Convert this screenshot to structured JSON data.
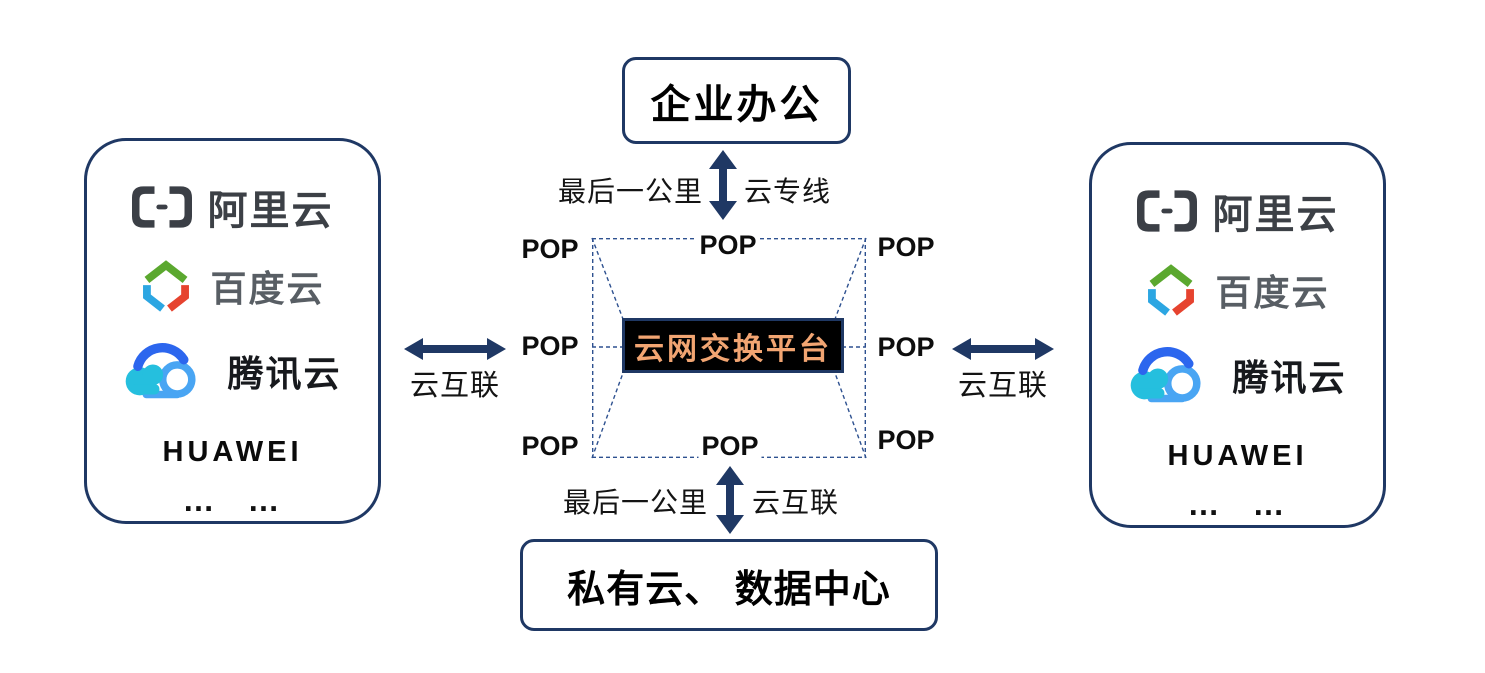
{
  "nodes": {
    "enterprise_office": {
      "label": "企业办公"
    },
    "exchange_platform": {
      "label": "云网交换平台"
    },
    "private_cloud_dc": {
      "label": "私有云、 数据中心"
    }
  },
  "links": {
    "top": {
      "left_label": "最后一公里",
      "right_label": "云专线"
    },
    "bottom": {
      "left_label": "最后一公里",
      "right_label": "云互联"
    },
    "left": {
      "label": "云互联"
    },
    "right": {
      "label": "云互联"
    }
  },
  "pops": [
    {
      "position": "top-left",
      "label": "POP"
    },
    {
      "position": "top-center",
      "label": "POP"
    },
    {
      "position": "top-right",
      "label": "POP"
    },
    {
      "position": "middle-left",
      "label": "POP"
    },
    {
      "position": "middle-right",
      "label": "POP"
    },
    {
      "position": "bottom-left",
      "label": "POP"
    },
    {
      "position": "bottom-center",
      "label": "POP"
    },
    {
      "position": "bottom-right",
      "label": "POP"
    }
  ],
  "providers": {
    "items": [
      {
        "name": "阿里云",
        "icon": "alibaba-cloud-logo"
      },
      {
        "name": "百度云",
        "icon": "baidu-cloud-logo"
      },
      {
        "name": "腾讯云",
        "icon": "tencent-cloud-logo"
      },
      {
        "name": "HUAWEI",
        "icon": "huawei-logo"
      },
      {
        "name": "… …",
        "icon": "more-ellipsis"
      }
    ]
  },
  "colors": {
    "navy_border_arrow": "#1F3864",
    "dashed_line_blue": "#2E5190",
    "center_box_bg": "#000000",
    "center_box_text": "#F2A572",
    "alibaba_gray": "#3C4046",
    "baidu_green": "#5BA82F",
    "baidu_blue": "#2CA6E2",
    "baidu_red": "#E6432F",
    "tencent_royal_blue": "#2C66EE",
    "tencent_cyan": "#25BFDE",
    "tencent_light_blue": "#49A5F3"
  }
}
